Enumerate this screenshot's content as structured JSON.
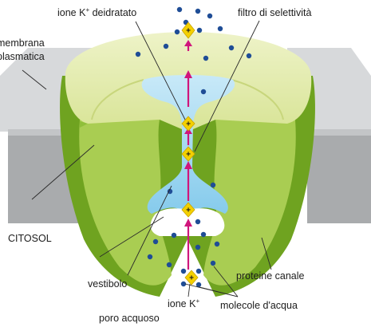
{
  "labels": {
    "ion_dehydrated_prefix": "ione K",
    "ion_dehydrated_sup": "+",
    "ion_dehydrated_suffix": " deidratato",
    "selectivity_filter": "filtro di selettività",
    "membrane_line1": "membrana",
    "membrane_line2": "plasmatica",
    "cytosol": "CITOSOL",
    "vestibule": "vestibolo",
    "aqueous_pore": "poro acquoso",
    "ion_prefix": "ione K",
    "ion_sup": "+",
    "water_molecules": "molecole d'acqua",
    "channel_proteins": "proteine canale"
  },
  "ion_symbol": "+",
  "colors": {
    "membrane_gray": "#bfc1c3",
    "protein_light": "#e4ecb0",
    "protein_mid": "#a9cd52",
    "protein_dark": "#6fa320",
    "pore_blue": "#8fd0ee",
    "water_blue": "#1f4d96",
    "ion_yellow": "#f4d000",
    "arrow_magenta": "#d0167c"
  }
}
